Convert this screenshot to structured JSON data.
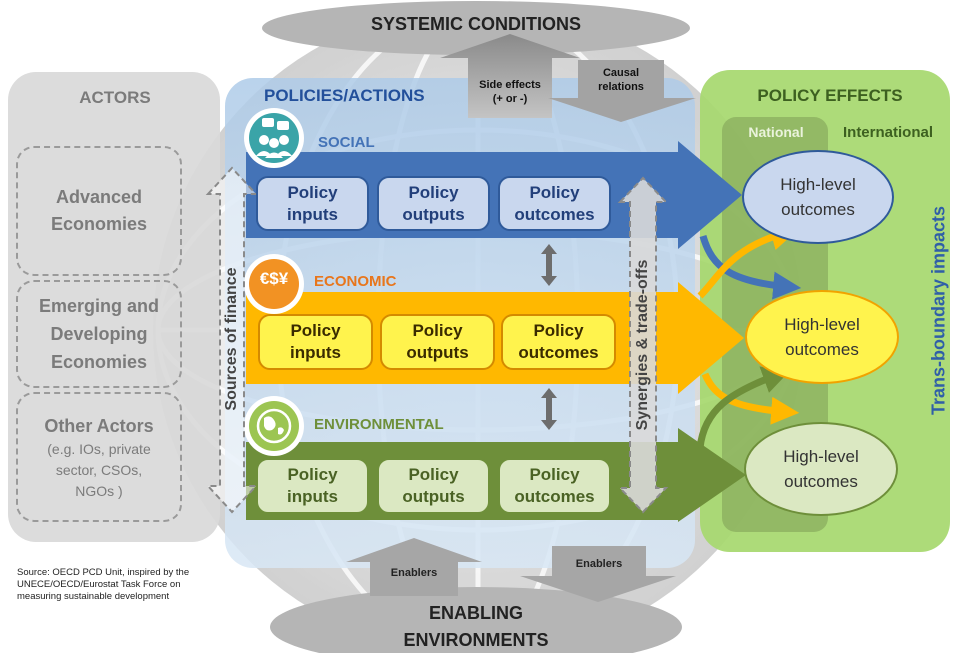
{
  "top_banner": "SYSTEMIC CONDITIONS",
  "side_effects": {
    "line1": "Side effects",
    "line2": "(+ or -)"
  },
  "causal": {
    "line1": "Causal",
    "line2": "relations"
  },
  "actors": {
    "title": "ACTORS",
    "advanced": {
      "line1": "Advanced",
      "line2": "Economies"
    },
    "emerging": {
      "line1": "Emerging and",
      "line2": "Developing",
      "line3": "Economies"
    },
    "other": {
      "title": "Other Actors",
      "line1": "(e.g. IOs, private",
      "line2": "sector, CSOs,",
      "line3": "NGOs )"
    }
  },
  "sources_of_finance": "Sources of finance",
  "policies_title": "POLICIES/ACTIONS",
  "rows": {
    "social": {
      "label": "SOCIAL"
    },
    "economic": {
      "label": "ECONOMIC"
    },
    "environmental": {
      "label": "ENVIRONMENTAL"
    }
  },
  "policy_box": {
    "inputs": {
      "line1": "Policy",
      "line2": "inputs"
    },
    "outputs": {
      "line1": "Policy",
      "line2": "outputs"
    },
    "outcomes": {
      "line1": "Policy",
      "line2": "outcomes"
    }
  },
  "synergies": "Synergies & trade-offs",
  "effects": {
    "title": "POLICY EFFECTS",
    "national": "National",
    "international": "International",
    "trans_boundary": "Trans-boundary impacts",
    "outcome": {
      "line1": "High-level",
      "line2": "outcomes"
    }
  },
  "enablers_left": "Enablers",
  "enablers_right": "Enablers",
  "bottom_banner": {
    "line1": "ENABLING",
    "line2": "ENVIRONMENTS"
  },
  "source_note": "Source: OECD PCD Unit, inspired by the UNECE/OECD/Eurostat Task Force on measuring sustainable development",
  "colors": {
    "social": "#4473b7",
    "social_fill": "#c9d7ee",
    "economic": "#ffb800",
    "economic_fill": "#fff34d",
    "environmental": "#6e8f3a",
    "environmental_fill": "#dbe8c2",
    "actors_panel": "#d9d9d9",
    "effects_panel": "#a6d86e",
    "national_panel": "#8cb060"
  }
}
